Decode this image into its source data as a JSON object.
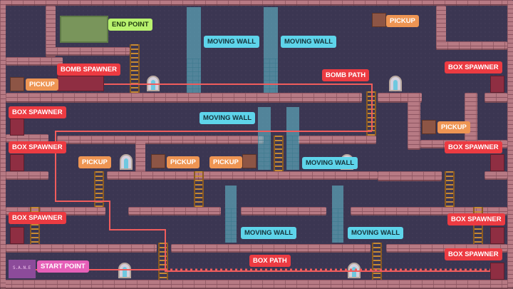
{
  "level": {
    "labels": {
      "end_point": "END POINT",
      "start_point": "START POINT",
      "pickup": "PICKUP",
      "box_spawner": "BOX SPAWNER",
      "bomb_spawner": "BOMB SPAWNER",
      "bomb_path": "BOMB PATH",
      "box_path": "BOX PATH",
      "moving_wall": "MOVING WALL"
    },
    "start_zone_text": "S.A.N.E",
    "colors": {
      "box_spawner_label": "#ec3b42",
      "pickup_label": "#ee9553",
      "moving_wall_label": "#5ed4ea",
      "end_point_label": "#b8f26e",
      "start_point_label": "#e65fb8",
      "path_line": "#f05c5c",
      "brick": "#b77a84",
      "background": "#3b3652"
    }
  }
}
